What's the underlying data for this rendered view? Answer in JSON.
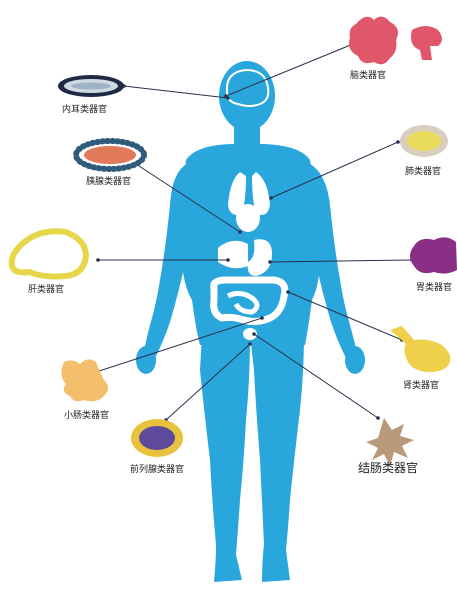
{
  "colors": {
    "body": "#29a7dd",
    "organ": "#ffffff",
    "connector": "#2a2f4a",
    "brain": "#e0566a",
    "ear_ring": "#1e2a44",
    "pancreas": "#e07a5a",
    "pancreas_ring": "#2f5c7a",
    "liver": "#e6d64a",
    "lung": "#e8db5c",
    "stomach": "#8a2e86",
    "kidney": "#f0d04a",
    "intestine": "#f3bf6a",
    "prostate_core": "#5d4a9a",
    "prostate_ring": "#e8c23c",
    "colon": "#b89a7a"
  },
  "organoids": [
    {
      "id": "brain",
      "label": "脑类器官",
      "icon": "brain-organoid-icon"
    },
    {
      "id": "inner_ear",
      "label": "内耳类器官",
      "icon": "inner-ear-organoid-icon"
    },
    {
      "id": "pancreas",
      "label": "胰腺类器官",
      "icon": "pancreas-organoid-icon"
    },
    {
      "id": "lung",
      "label": "肺类器官",
      "icon": "lung-organoid-icon"
    },
    {
      "id": "liver",
      "label": "肝类器官",
      "icon": "liver-organoid-icon"
    },
    {
      "id": "stomach",
      "label": "胃类器官",
      "icon": "stomach-organoid-icon"
    },
    {
      "id": "kidney",
      "label": "肾类器官",
      "icon": "kidney-organoid-icon"
    },
    {
      "id": "small_intestine",
      "label": "小肠类器官",
      "icon": "small-intestine-organoid-icon"
    },
    {
      "id": "prostate",
      "label": "前列腺类器官",
      "icon": "prostate-organoid-icon"
    },
    {
      "id": "colon",
      "label": "结肠类器官",
      "icon": "colon-organoid-icon"
    }
  ]
}
